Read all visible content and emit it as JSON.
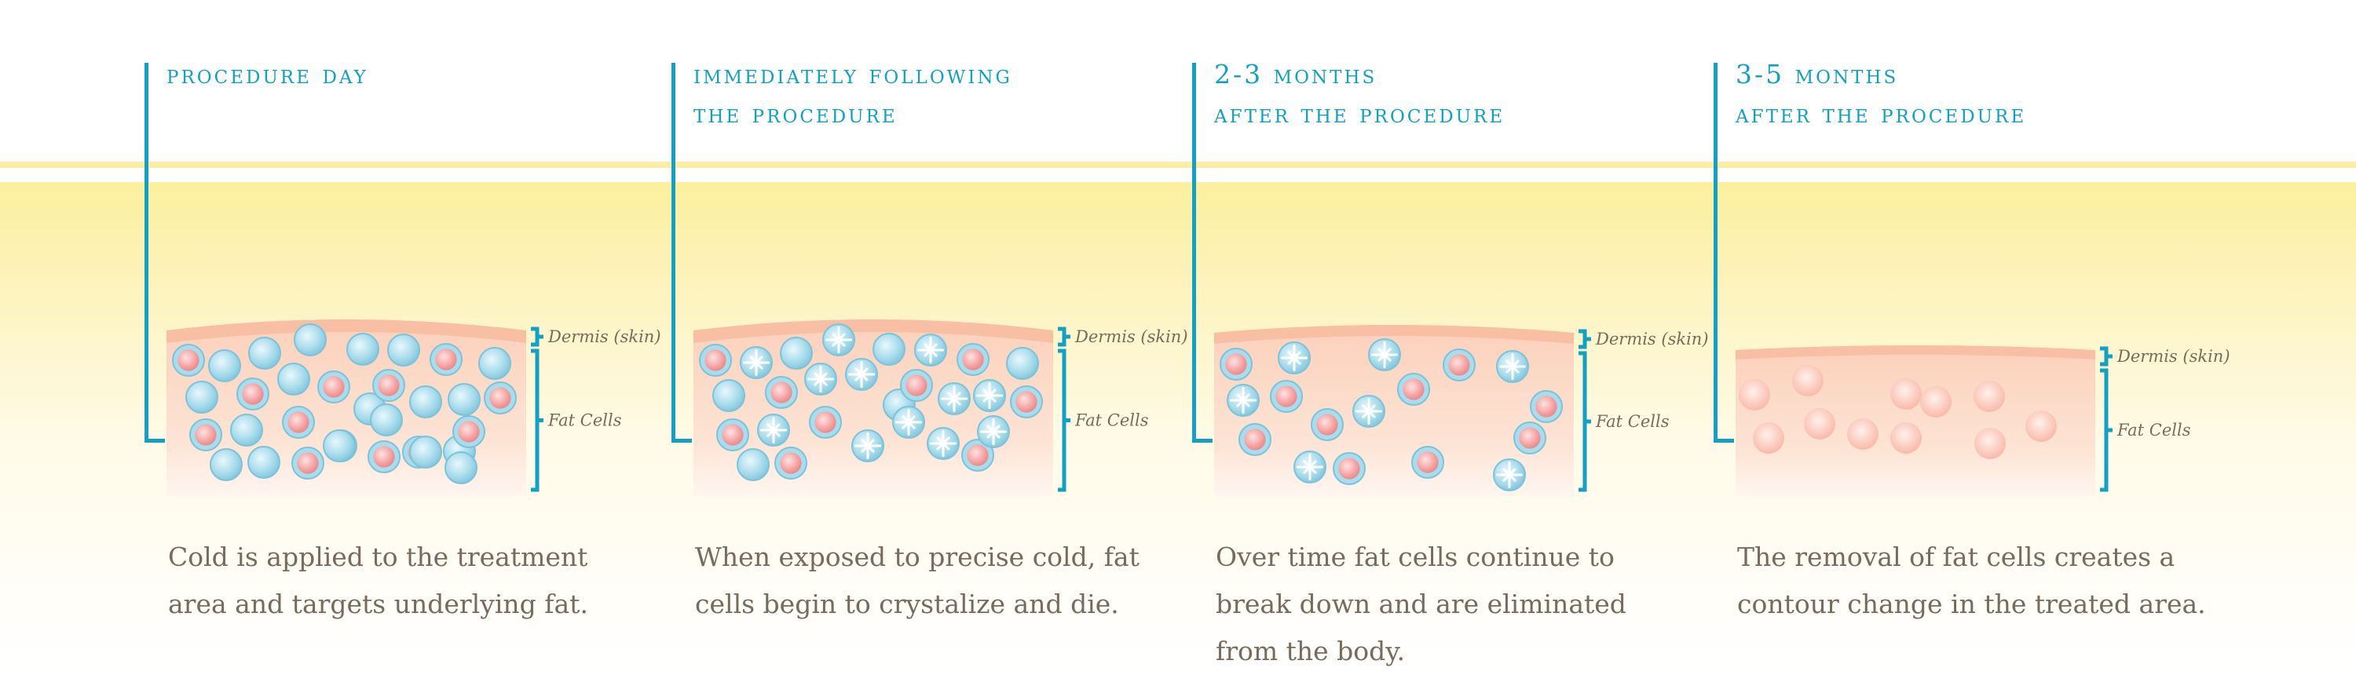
{
  "colors": {
    "accent": "#12a1c3",
    "text": "#7a6a5c",
    "band": "#fcef9e",
    "skin": "#f9c3a8",
    "fat_cell": "#f5a2a2",
    "frozen_cell": "#a9dcec"
  },
  "labels": {
    "dermis": "Dermis (skin)",
    "fat_cells": "Fat Cells"
  },
  "stages": [
    {
      "title_lines": [
        "Procedure Day"
      ],
      "description_lines": [
        "Cold is applied to the treatment",
        "area and targets underlying fat."
      ]
    },
    {
      "title_lines": [
        "Immediately Following",
        "the Procedure"
      ],
      "description_lines": [
        "When exposed to precise cold, fat",
        "cells begin to crystalize and die."
      ]
    },
    {
      "title_lines": [
        "2-3 Months",
        "After the Procedure"
      ],
      "description_lines": [
        "Over time fat cells continue to",
        "break down and are eliminated",
        "from the body."
      ]
    },
    {
      "title_lines": [
        "3-5 Months",
        "After the Procedure"
      ],
      "description_lines": [
        "The removal of fat cells creates a",
        "contour change in the treated area."
      ]
    }
  ]
}
